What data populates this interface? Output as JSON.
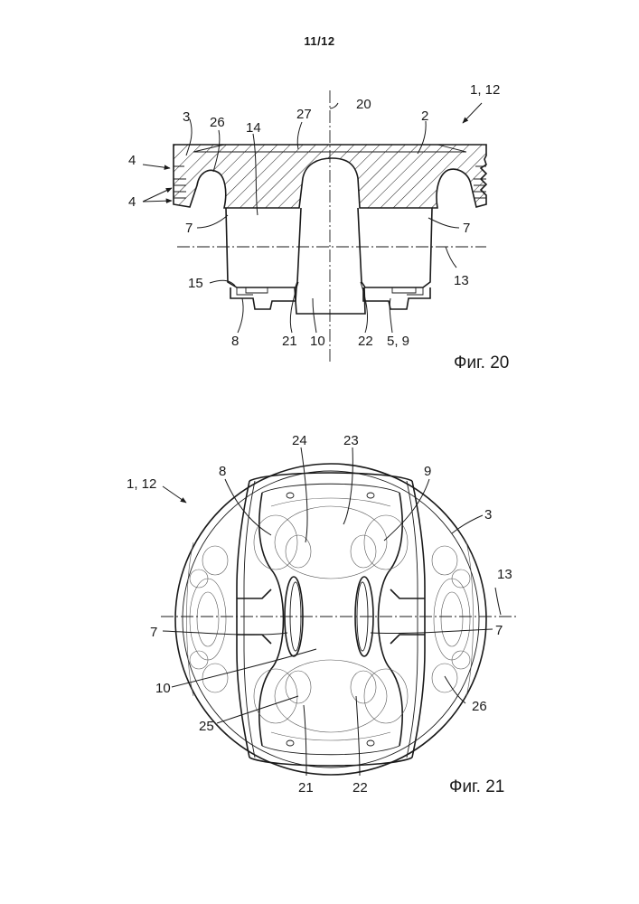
{
  "page": {
    "number": "11/12"
  },
  "figure20": {
    "caption": "Фиг. 20",
    "labels": {
      "ref_1_12": "1, 12",
      "ref_2": "2",
      "ref_3": "3",
      "ref_4_top": "4",
      "ref_4_bottom": "4",
      "ref_5_9": "5, 9",
      "ref_7_left": "7",
      "ref_7_right": "7",
      "ref_8": "8",
      "ref_10": "10",
      "ref_13": "13",
      "ref_14": "14",
      "ref_15": "15",
      "ref_20": "20",
      "ref_21": "21",
      "ref_22": "22",
      "ref_26": "26",
      "ref_27": "27"
    }
  },
  "figure21": {
    "caption": "Фиг. 21",
    "labels": {
      "ref_1_12": "1, 12",
      "ref_3": "3",
      "ref_7_left": "7",
      "ref_7_right": "7",
      "ref_8": "8",
      "ref_9": "9",
      "ref_10": "10",
      "ref_13": "13",
      "ref_21": "21",
      "ref_22": "22",
      "ref_23": "23",
      "ref_24": "24",
      "ref_25": "25",
      "ref_26": "26"
    }
  }
}
